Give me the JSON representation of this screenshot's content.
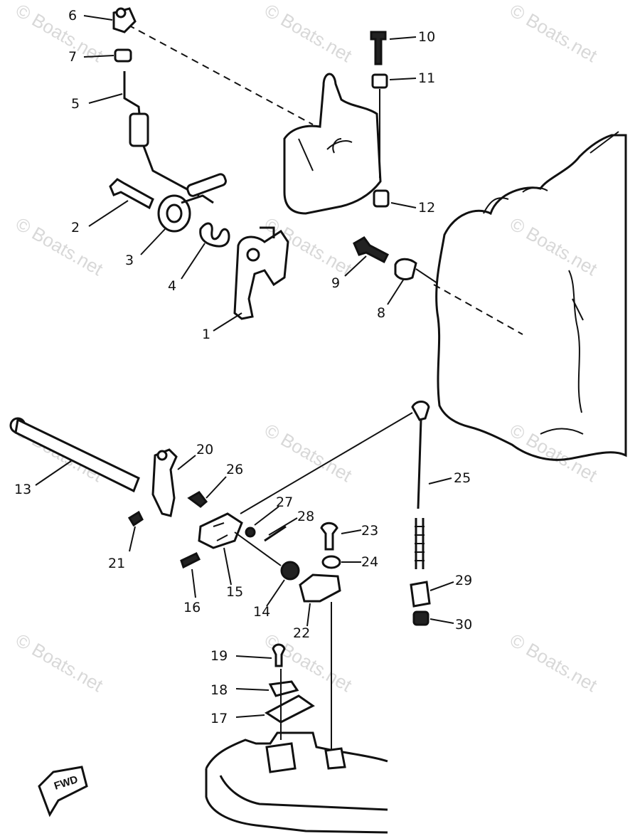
{
  "watermark": "© Boats.net",
  "fwd_label": "FWD",
  "parts": [
    {
      "id": "1",
      "label": "1"
    },
    {
      "id": "2",
      "label": "2"
    },
    {
      "id": "3",
      "label": "3"
    },
    {
      "id": "4",
      "label": "4"
    },
    {
      "id": "5",
      "label": "5"
    },
    {
      "id": "6",
      "label": "6"
    },
    {
      "id": "7",
      "label": "7"
    },
    {
      "id": "8",
      "label": "8"
    },
    {
      "id": "9",
      "label": "9"
    },
    {
      "id": "10",
      "label": "10"
    },
    {
      "id": "11",
      "label": "11"
    },
    {
      "id": "12",
      "label": "12"
    },
    {
      "id": "13",
      "label": "13"
    },
    {
      "id": "14",
      "label": "14"
    },
    {
      "id": "15",
      "label": "15"
    },
    {
      "id": "16",
      "label": "16"
    },
    {
      "id": "17",
      "label": "17"
    },
    {
      "id": "18",
      "label": "18"
    },
    {
      "id": "19",
      "label": "19"
    },
    {
      "id": "20",
      "label": "20"
    },
    {
      "id": "21",
      "label": "21"
    },
    {
      "id": "22",
      "label": "22"
    },
    {
      "id": "23",
      "label": "23"
    },
    {
      "id": "24",
      "label": "24"
    },
    {
      "id": "25",
      "label": "25"
    },
    {
      "id": "26",
      "label": "26"
    },
    {
      "id": "27",
      "label": "27"
    },
    {
      "id": "28",
      "label": "28"
    },
    {
      "id": "29",
      "label": "29"
    },
    {
      "id": "30",
      "label": "30"
    }
  ]
}
